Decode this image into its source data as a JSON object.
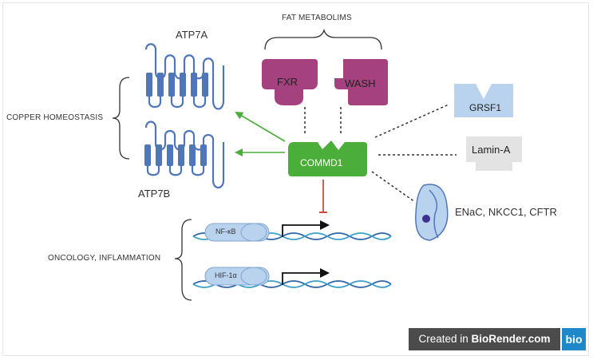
{
  "labels": {
    "fat_metabolims": "FAT METABOLIMS",
    "atp7a": "ATP7A",
    "atp7b": "ATP7B",
    "copper_homeostasis": "COPPER HOMEOSTASIS",
    "fxr": "FXR",
    "wash": "WASH",
    "grsf1": "GRSF1",
    "lamin_a": "Lamin-A",
    "commd1": "COMMD1",
    "channels": "ENaC, NKCC1, CFTR",
    "oncology_inflammation": "ONCOLOGY, INFLAMMATION",
    "nfkb": "NF-κB",
    "hif1a": "HIF-1α"
  },
  "badge": {
    "created_in": "Created in",
    "brand": "BioRender.com",
    "logo": "bio"
  },
  "colors": {
    "commd1_green": "#4cae3a",
    "purple": "#a4417e",
    "membrane_blue": "#4f76b8",
    "light_blue": "#b9d3ee",
    "gray": "#e3e3e3",
    "inhibition_red": "#c0392b",
    "dna_blue": "#2e64a8",
    "dna_teal": "#3aa0c8"
  }
}
